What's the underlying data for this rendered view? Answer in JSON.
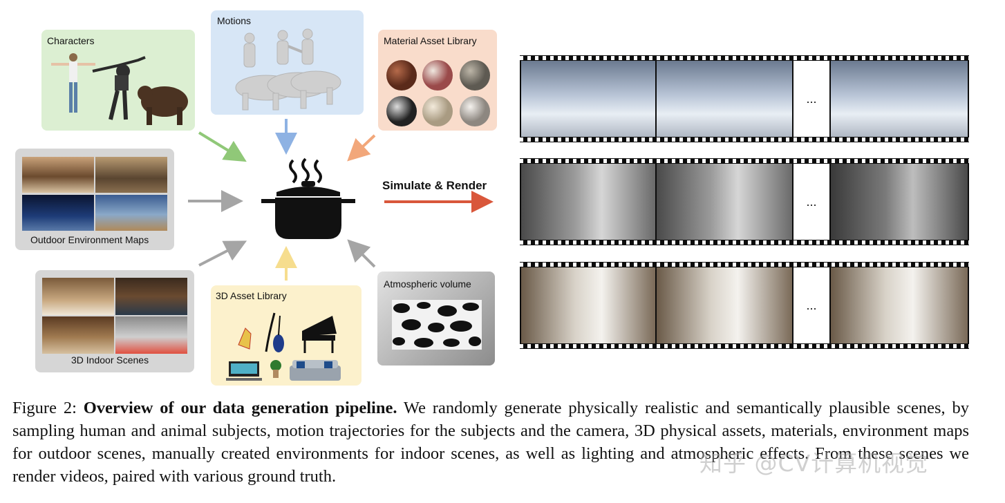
{
  "panels": {
    "characters": "Characters",
    "motions": "Motions",
    "materials": "Material Asset Library",
    "outdoor": "Outdoor Environment Maps",
    "indoor": "3D Indoor Scenes",
    "assets": "3D Asset Library",
    "atmospheric": "Atmospheric volume"
  },
  "simulate_label": "Simulate & Render",
  "film_ellipsis": "...",
  "caption": {
    "figure_label": "Figure 2:",
    "bold_title": "Overview of our data generation pipeline.",
    "body": "We randomly generate physically realistic and semantically plausible scenes, by sampling human and animal subjects, motion trajectories for the subjects and the camera, 3D physical assets, materials, environment maps for outdoor scenes, manually created environments for indoor scenes, as well as lighting and atmospheric effects. From these scenes we render videos, paired with various ground truth."
  },
  "watermark": "知乎 @CV计算机视觉",
  "colors": {
    "characters_bg": "#dcefd2",
    "motions_bg": "#d7e6f6",
    "materials_bg": "#f9dccb",
    "gray_panel_bg": "#d6d6d6",
    "assets_bg": "#fcf1cc",
    "arrow_green": "#90c878",
    "arrow_blue": "#8eb2e3",
    "arrow_orange": "#f2a77a",
    "arrow_gray": "#a5a5a5",
    "arrow_yellow": "#f6dd8e",
    "arrow_red": "#d9573b"
  }
}
